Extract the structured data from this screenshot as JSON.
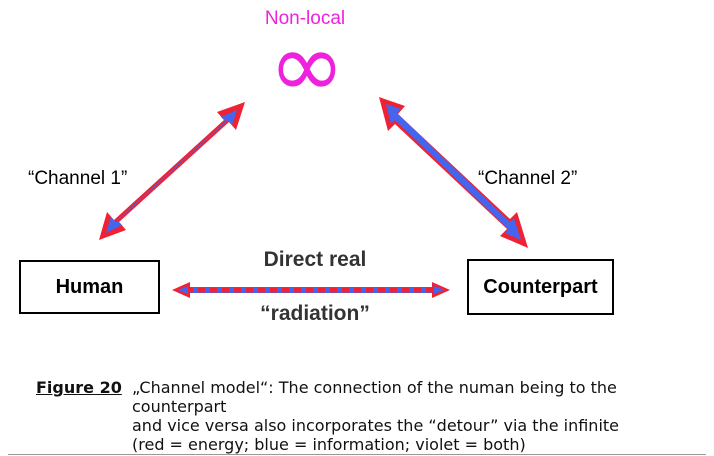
{
  "diagram": {
    "nonlocal_label": "Non-local",
    "infinity_symbol": "∞",
    "channel1_label": "“Channel 1”",
    "channel2_label": "“Channel 2”",
    "human_label": "Human",
    "counterpart_label": "Counterpart",
    "direct_label": "Direct real",
    "radiation_label": "“radiation”",
    "colors": {
      "energy": "#ee2233",
      "information": "#4466ee",
      "accent": "#ee22dd"
    }
  },
  "caption": {
    "figure_label": "Figure 20",
    "line1": "„Channel model“: The connection of the numan being to the counterpart",
    "line2": "and vice versa also incorporates the “detour” via the infinite",
    "line3": "(red = energy; blue = information; violet = both)"
  }
}
